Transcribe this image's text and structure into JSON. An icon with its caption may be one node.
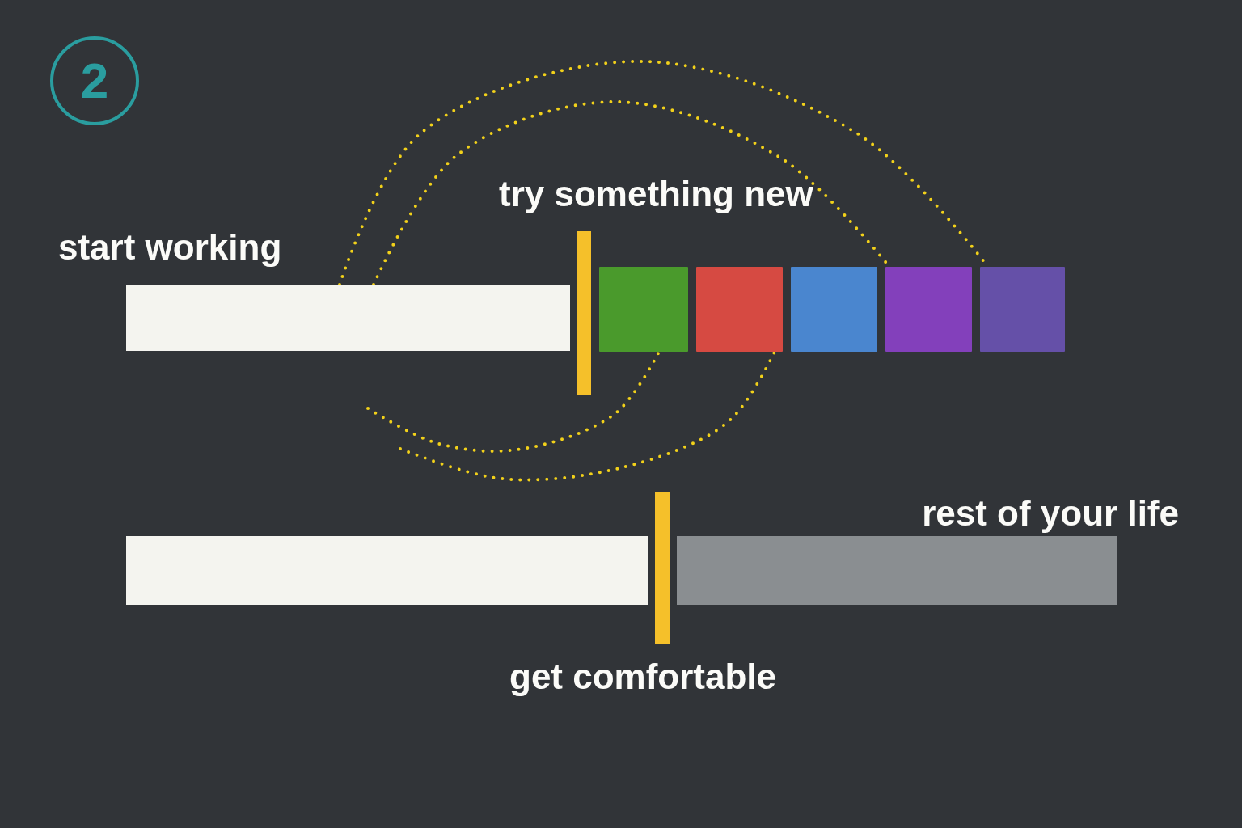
{
  "diagram": {
    "nodes": [
      {
        "text": [
          "2"
        ]
      },
      {
        "text": [
          "start working"
        ]
      },
      {
        "text": [
          "try something new"
        ]
      },
      {
        "text": [],
        "shape": "box"
      },
      {
        "text": [],
        "shape": "box"
      },
      {
        "text": [],
        "shape": "box"
      },
      {
        "text": [],
        "shape": "box"
      },
      {
        "text": [],
        "shape": "box"
      },
      {
        "text": [],
        "shape": "bar"
      },
      {
        "text": [
          "get comfortable"
        ]
      },
      {
        "text": [
          "rest of your life"
        ]
      }
    ],
    "edges": [
      {
        "from": 1,
        "to": 7,
        "arrow": "none",
        "style": "dashed"
      },
      {
        "from": 1,
        "to": 6,
        "arrow": "none",
        "style": "dashed"
      },
      {
        "from": null,
        "to": 3,
        "arrow": "none",
        "style": "dashed"
      },
      {
        "from": null,
        "to": 5,
        "arrow": "none",
        "style": "dashed"
      }
    ]
  }
}
